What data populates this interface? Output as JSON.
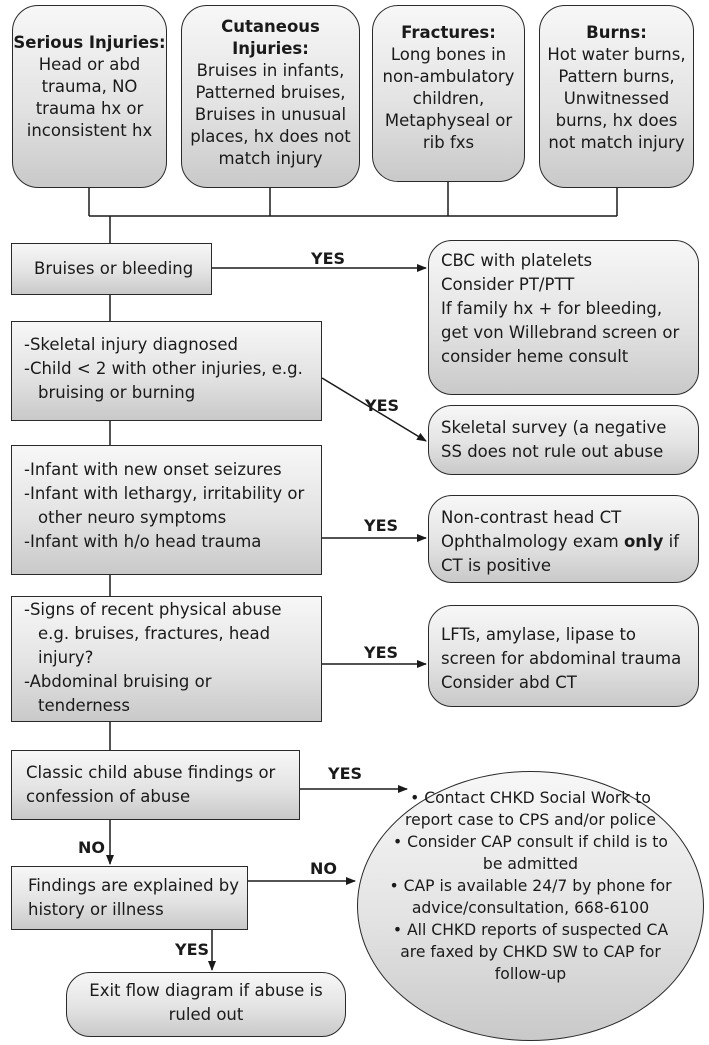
{
  "top_boxes": [
    {
      "head": "Serious Injuries:",
      "lines": [
        "Head or abd",
        "trauma, NO",
        "trauma hx or",
        "inconsistent hx"
      ]
    },
    {
      "head_lines": [
        "Cutaneous",
        "Injuries:"
      ],
      "lines": [
        "Bruises in infants,",
        "Patterned bruises,",
        "Bruises in unusual",
        "places, hx does not",
        "match injury"
      ]
    },
    {
      "head": "Fractures:",
      "lines": [
        "Long bones in",
        "non-ambulatory",
        "children,",
        "Metaphyseal or",
        "rib fxs"
      ]
    },
    {
      "head": "Burns:",
      "lines": [
        "Hot water burns,",
        "Pattern burns,",
        "Unwitnessed",
        "burns, hx does",
        "not match injury"
      ]
    }
  ],
  "decisions": [
    {
      "lines": [
        "Bruises or bleeding"
      ]
    },
    {
      "lines": [
        "-Skeletal injury diagnosed",
        "-Child < 2 with other injuries, e.g.",
        "bruising or burning"
      ]
    },
    {
      "lines": [
        "-Infant with new onset seizures",
        "-Infant with lethargy, irritability or",
        "other neuro symptoms",
        "-Infant with h/o head trauma"
      ]
    },
    {
      "lines": [
        "-Signs of recent physical abuse",
        "e.g. bruises, fractures, head",
        "injury?",
        "-Abdominal bruising or",
        "tenderness"
      ]
    },
    {
      "lines": [
        "Classic child abuse findings or",
        "confession of abuse"
      ]
    },
    {
      "lines": [
        "Findings are explained by",
        "history or illness"
      ]
    }
  ],
  "actions": [
    {
      "lines": [
        "CBC with platelets",
        "Consider PT/PTT",
        "If family hx + for bleeding,",
        "get von Willebrand screen or",
        "consider heme consult"
      ]
    },
    {
      "lines": [
        "Skeletal survey (a negative",
        "SS does not rule out abuse"
      ]
    },
    {
      "lines": [
        "Non-contrast head CT"
      ],
      "l2_before": "Ophthalmology exam ",
      "l2_bold": "only",
      "l2_after": " if",
      "l3": "CT is positive"
    },
    {
      "lines": [
        "LFTs, amylase, lipase to",
        "screen for abdominal trauma",
        "Consider abd CT"
      ]
    }
  ],
  "exit_box": {
    "lines": [
      "Exit flow diagram if abuse is",
      "ruled out"
    ]
  },
  "contact_circle": {
    "lines": [
      "• Contact CHKD Social Work to",
      "report case to CPS and/or police",
      "• Consider CAP consult if child is to",
      "be admitted",
      "• CAP is available 24/7 by phone for",
      "advice/consultation, 668-6100",
      "• All CHKD reports of suspected CA",
      "are faxed by CHKD SW to CAP for",
      "follow-up"
    ]
  },
  "edge_labels": {
    "yes": "YES",
    "no": "NO"
  }
}
